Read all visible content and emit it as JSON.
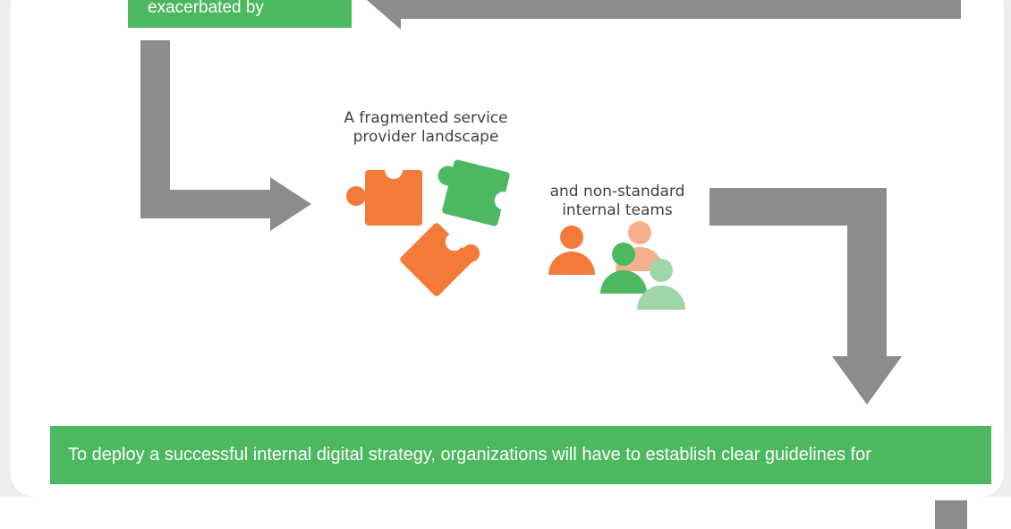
{
  "diagram": {
    "top_box_text": "exacerbated by",
    "caption_fragmented": "A fragmented service provider landscape",
    "caption_teams": "and non-standard internal teams",
    "banner_text": "To deploy a successful internal digital strategy, organizations will have to establish clear guidelines for"
  },
  "colors": {
    "green": "#4cb85f",
    "gray_arrow": "#8c8c8c",
    "orange": "#f47a3a",
    "light_orange": "#f6b08c",
    "light_green": "#9fd5a8",
    "text_dark": "#404040"
  },
  "icons": [
    "puzzle-piece-icon",
    "person-icon"
  ]
}
